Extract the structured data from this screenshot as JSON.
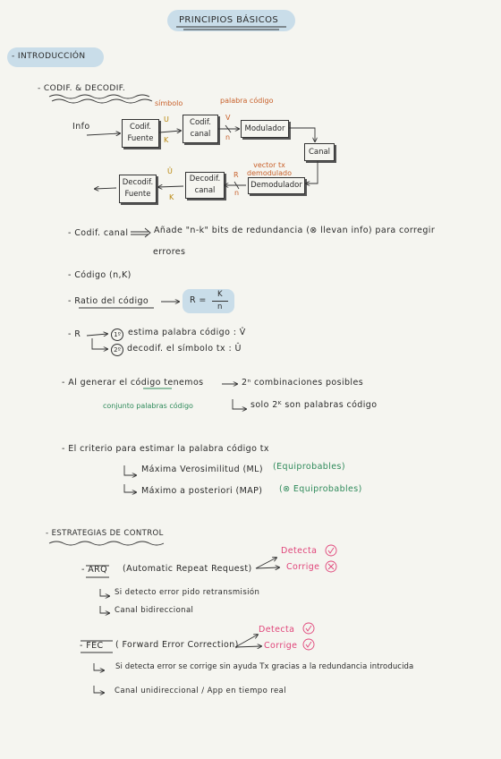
{
  "title": "PRINCIPIOS BÁSICOS",
  "intro": {
    "heading": "- INTRODUCCIÓN",
    "sub": "- CODIF. & DECODIF.",
    "diagram": {
      "labels": {
        "simbolo": "símbolo",
        "palabra": "palabra código",
        "info": "Info",
        "u": "U",
        "k": "K",
        "v": "V",
        "n": "n",
        "vector": "vector tx demodulado",
        "r": "R",
        "n2": "n",
        "uhat": "Û",
        "k2": "K"
      },
      "boxes": {
        "cod_fuente": "Codif. Fuente",
        "cod_canal": "Codif. canal",
        "modulador": "Modulador",
        "canal": "Canal",
        "demodulador": "Demodulador",
        "decod_canal": "Decodif. canal",
        "decod_fuente": "Decodif. Fuente"
      }
    }
  },
  "notes": {
    "codif_canal": "- Codif. canal",
    "codif_canal_desc": "Añade \"n-k\" bits de redundancia (⊗ llevan info) para corregir",
    "codif_canal_desc2": "errores",
    "codigo": "- Código (n,K)",
    "ratio": "- Ratio del código",
    "ratio_formula_left": "R =",
    "ratio_num": "K",
    "ratio_den": "n",
    "r_label": "- R",
    "step1_num": "1º",
    "step1_text": "estima palabra código : V̂",
    "step2_num": "2º",
    "step2_text": "decodif. el símbolo tx : Û",
    "generar": "- Al generar el código tenemos",
    "generar_res1": "2ⁿ combinaciones posibles",
    "generar_res2": "solo 2ᴷ son palabras código",
    "conjunto": "conjunto palabras código",
    "criterio": "- El criterio para estimar la palabra código tx",
    "ml": "Máxima Verosimilitud (ML)",
    "ml_note": "(Equiprobables)",
    "map": "Máximo a posteriori (MAP)",
    "map_note": "(⊗ Equiprobables)"
  },
  "strategies": {
    "heading": "- ESTRATEGIAS DE CONTROL",
    "arq": "- ARQ",
    "arq_full": "(Automatic Repeat Request)",
    "arq_detecta": "Detecta",
    "arq_corrige": "Corrige",
    "arq_b1": "Si detecto error pido retransmisión",
    "arq_b2": "Canal bidireccional",
    "fec": "- FEC",
    "fec_full": "( Forward Error Correction)",
    "fec_detecta": "Detecta",
    "fec_corrige": "Corrige",
    "fec_b1": "Si detecta error se corrige sin ayuda Tx gracias a la redundancia introducida",
    "fec_b2": "Canal unidireccional / App en tiempo real"
  }
}
